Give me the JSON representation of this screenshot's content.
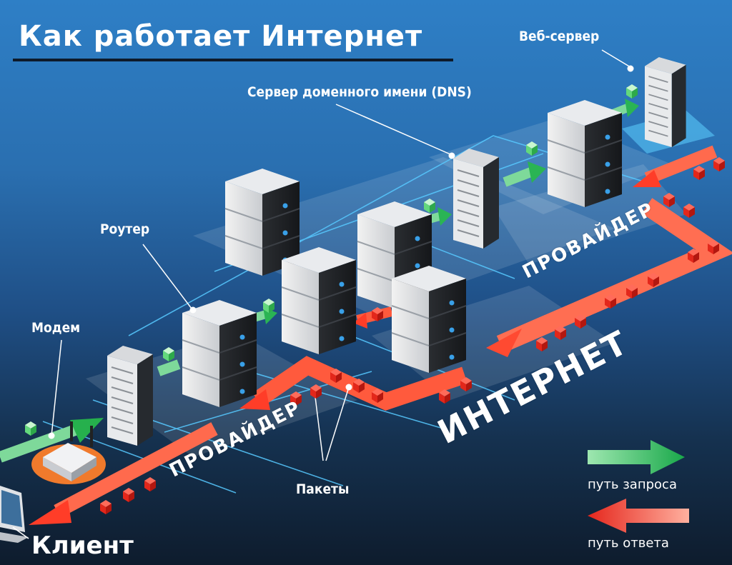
{
  "title": "Как работает Интернет",
  "labels": {
    "web_server": "Веб-сервер",
    "dns_server": "Сервер доменного имени (DNS)",
    "router": "Роутер",
    "modem": "Модем",
    "packets": "Пакеты",
    "client": "Клиент"
  },
  "zones": {
    "provider_left": "ПРОВАЙДЕР",
    "provider_right": "ПРОВАЙДЕР",
    "internet": "ИНТЕРНЕТ"
  },
  "legend": {
    "request": "путь запроса",
    "response": "путь ответа",
    "request_color": "#27b04f",
    "response_color": "#ee3a2c"
  },
  "icons": [
    "web-server-rack-icon",
    "dns-server-rack-icon",
    "server-block-icon",
    "modem-icon",
    "laptop-icon",
    "packet-icon"
  ]
}
